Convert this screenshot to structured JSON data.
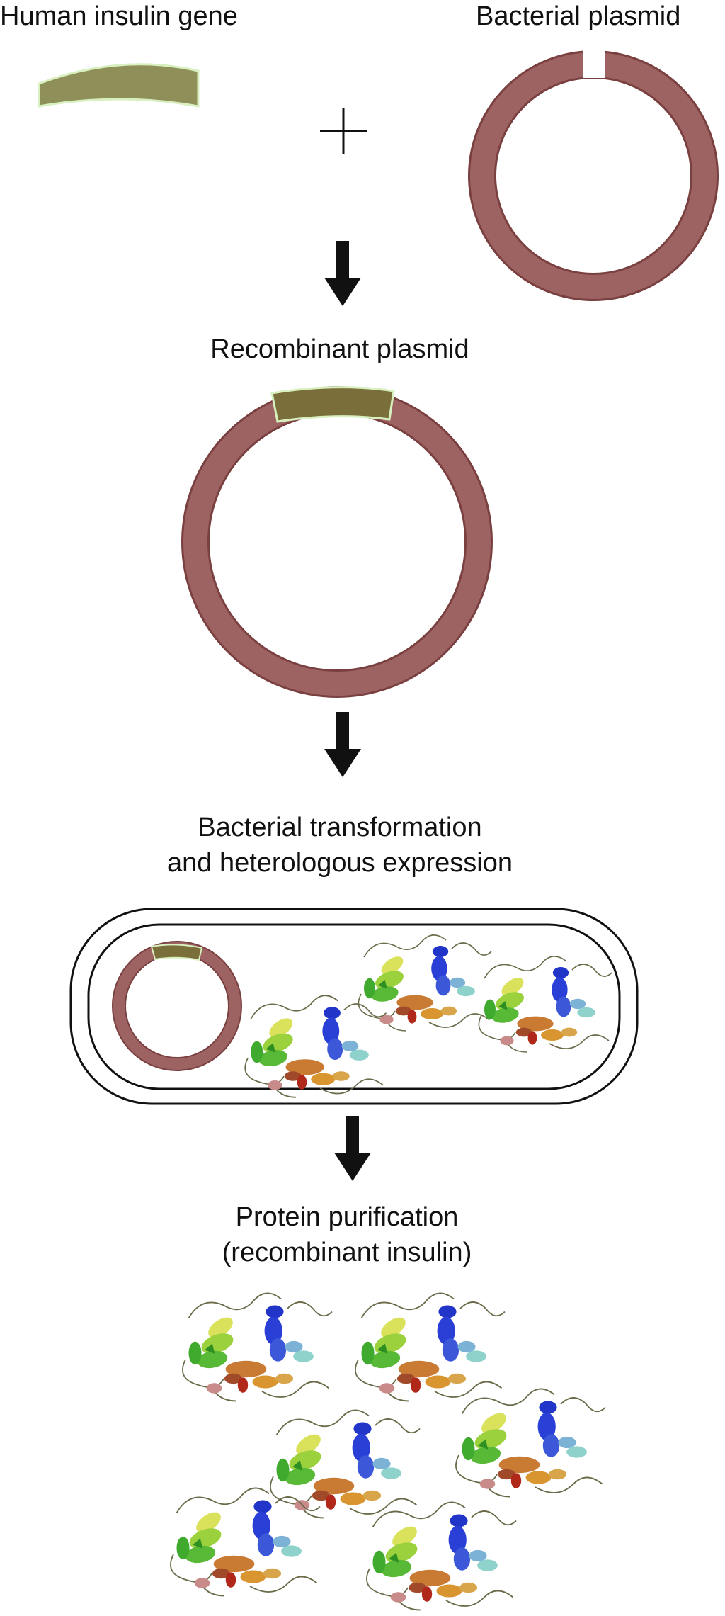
{
  "labels": {
    "human_insulin_gene": "Human insulin gene",
    "bacterial_plasmid": "Bacterial plasmid",
    "recombinant_plasmid": "Recombinant plasmid",
    "transformation_line1": "Bacterial transformation",
    "transformation_line2": "and heterologous expression",
    "purification_line1": "Protein purification",
    "purification_line2": "(recombinant insulin)"
  },
  "colors": {
    "plasmid": "#9d6262",
    "plasmid_edge": "#7a3f3f",
    "gene": "#8f8f5a",
    "gene_edge": "#d8efc0",
    "gene_light": "#b5bd88",
    "arrow": "#111111",
    "cell_wall": "#111111"
  },
  "icons": {
    "plus": "plus-icon",
    "arrow": "arrow-down-icon",
    "protein": "insulin-protein-structure-icon"
  }
}
